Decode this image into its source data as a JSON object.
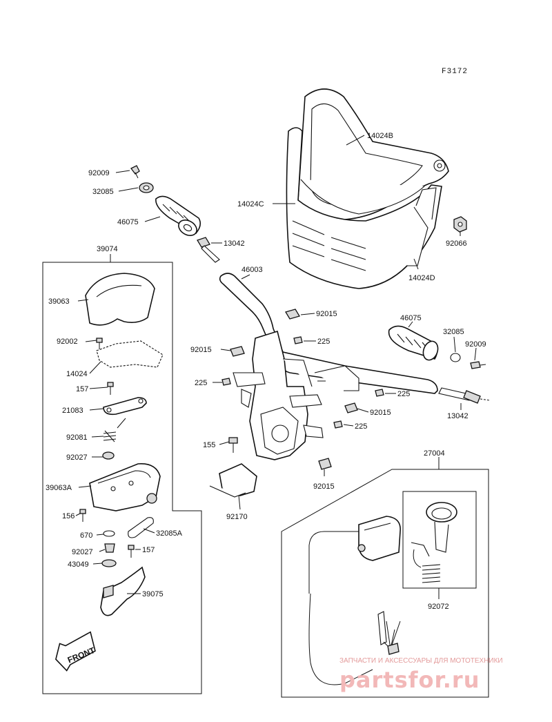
{
  "figure_code": "F3172",
  "front_label": "FRONT",
  "watermark": {
    "caption": "ЗАПЧАСТИ И АКСЕССУАРЫ ДЛЯ МОТОТЕХНИКИ",
    "brand": "partsfor.ru"
  },
  "callouts": {
    "p14024B": "14024B",
    "p14024C": "14024C",
    "p14024D": "14024D",
    "p92066": "92066",
    "p92009_top": "92009",
    "p32085_top": "32085",
    "p46075_top": "46075",
    "p13042_top": "13042",
    "p39074": "39074",
    "p46003": "46003",
    "p39063": "39063",
    "p92015_a": "92015",
    "p46075_right": "46075",
    "p32085_right": "32085",
    "p92009_right": "92009",
    "p92002": "92002",
    "p92015_b": "92015",
    "p225_a": "225",
    "p14024": "14024",
    "p225_b": "225",
    "p157_a": "157",
    "p225_c": "225",
    "p13042_right": "13042",
    "p21083": "21083",
    "p92015_c": "92015",
    "p225_d": "225",
    "p92081": "92081",
    "p155": "155",
    "p92027_a": "92027",
    "p27004": "27004",
    "p39063A": "39063A",
    "p92015_d": "92015",
    "p156": "156",
    "p92170": "92170",
    "p670": "670",
    "p32085A": "32085A",
    "p92027_b": "92027",
    "p157_b": "157",
    "p43049": "43049",
    "p39075": "39075",
    "p92072": "92072"
  }
}
